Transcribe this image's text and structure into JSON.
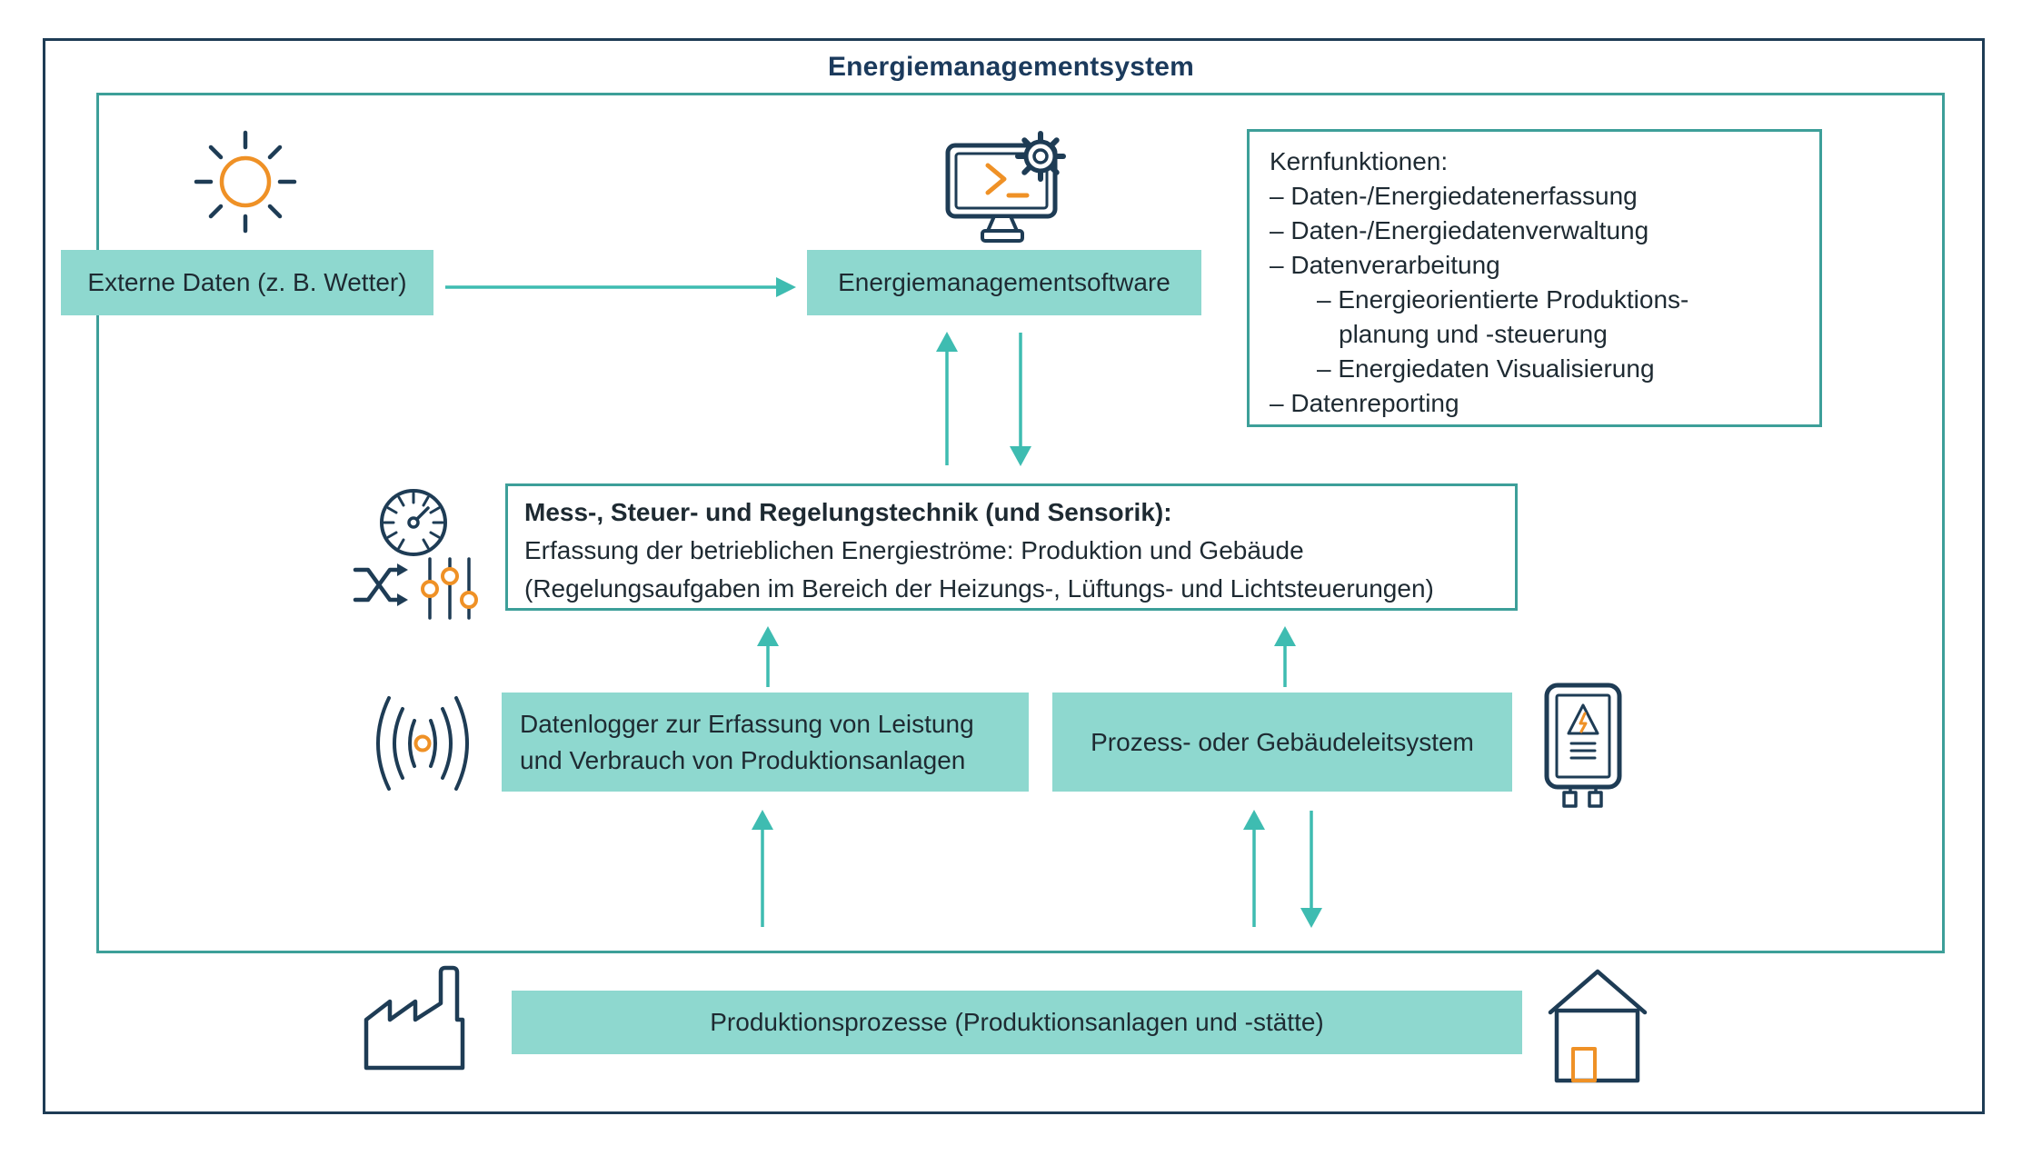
{
  "colors": {
    "navy": "#1e3c55",
    "title": "#1b3a5c",
    "teal_fill": "#8ed8cf",
    "teal_border": "#3d9f99",
    "arrow": "#3ebcb1",
    "orange": "#ef9126",
    "text": "#1e2a32",
    "bg": "#ffffff"
  },
  "frame": {
    "title": "Energiemanagementsystem"
  },
  "nodes": {
    "externe_daten": {
      "label": "Externe Daten (z. B. Wetter)"
    },
    "software": {
      "label": "Energiemanagementsoftware"
    },
    "kernfunktionen": {
      "lines": [
        "Kernfunktionen:",
        "– Daten-/Energiedatenerfassung",
        "– Daten-/Energiedatenverwaltung",
        "– Datenverarbeitung",
        "– Energieorientierte Produktions-",
        "planung und -steuerung",
        "– Energiedaten Visualisierung",
        "– Datenreporting"
      ]
    },
    "msr": {
      "lines": [
        "Mess-, Steuer- und Regelungstechnik (und Sensorik):",
        "Erfassung der betrieblichen Energieströme: Produktion und Gebäude",
        "(Regelungsaufgaben im Bereich der Heizungs-, Lüftungs- und Lichtsteuerungen)"
      ]
    },
    "datenlogger": {
      "lines": [
        "Datenlogger zur Erfassung von Leistung",
        "und Verbrauch von Produktionsanlagen"
      ]
    },
    "leitsystem": {
      "label": "Prozess- oder Gebäudeleitsystem"
    },
    "produktion": {
      "label": "Produktionsprozesse (Produktionsanlagen und -stätte)"
    }
  },
  "icons": {
    "externe_daten": "sun-icon",
    "software": "monitor-terminal-gear-icon",
    "msr": [
      "gauge-icon",
      "shuffle-arrows-icon",
      "sliders-icon"
    ],
    "datenlogger": "wireless-signal-icon",
    "leitsystem": "electric-meter-icon",
    "produktion_left": "factory-icon",
    "produktion_right": "house-icon"
  }
}
